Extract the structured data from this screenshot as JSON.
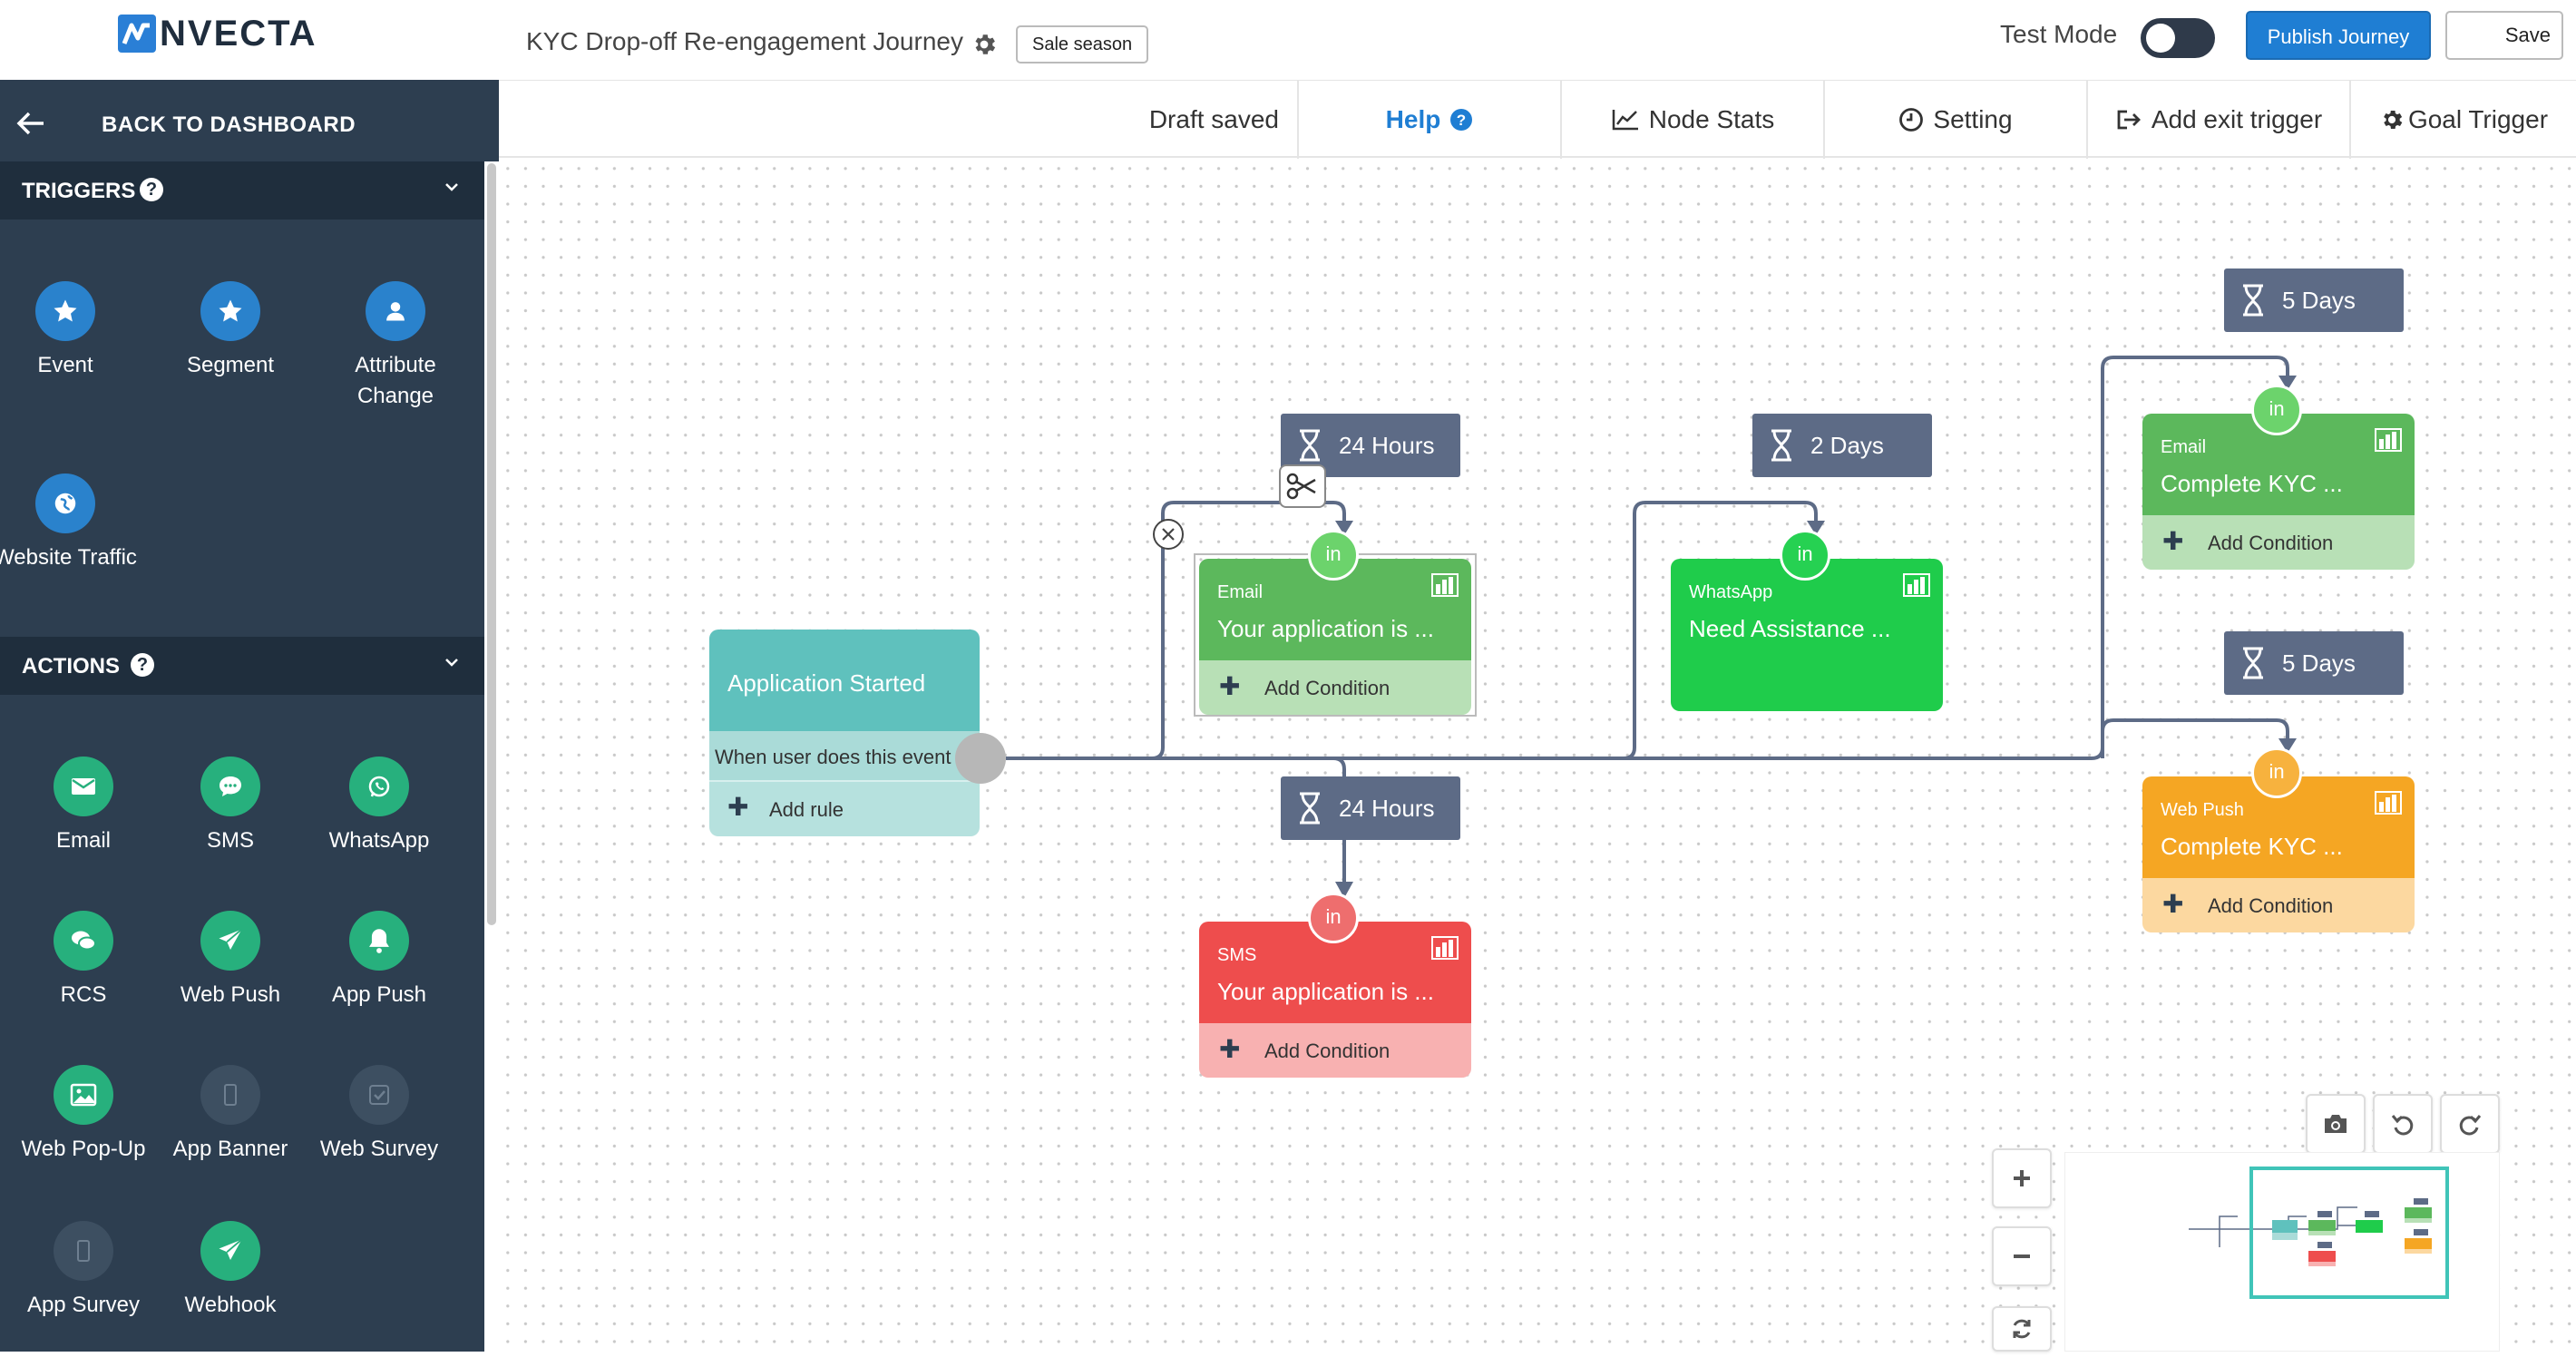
{
  "brand": {
    "logo_text": "NVECTA"
  },
  "header": {
    "journey_title": "KYC Drop-off Re-engagement Journey",
    "tag": "Sale season",
    "test_mode_label": "Test Mode",
    "publish_label": "Publish Journey",
    "save_label": "Save",
    "accent_color": "#1f7ed3"
  },
  "sidebar": {
    "back_label": "BACK TO DASHBOARD",
    "triggers_heading": "TRIGGERS",
    "actions_heading": "ACTIONS",
    "help_glyph": "?",
    "triggers": [
      {
        "label": "Event",
        "icon": "star-icon"
      },
      {
        "label": "Segment",
        "icon": "star-icon"
      },
      {
        "label": "Attribute Change",
        "icon": "user-icon"
      },
      {
        "label": "Website Traffic",
        "icon": "globe-icon"
      }
    ],
    "actions": [
      {
        "label": "Email",
        "icon": "envelope-icon"
      },
      {
        "label": "SMS",
        "icon": "chat-bubble-icon"
      },
      {
        "label": "WhatsApp",
        "icon": "whatsapp-icon"
      },
      {
        "label": "RCS",
        "icon": "chat-double-icon"
      },
      {
        "label": "Web Push",
        "icon": "paper-plane-icon"
      },
      {
        "label": "App Push",
        "icon": "bell-icon"
      },
      {
        "label": "Web Pop-Up",
        "icon": "image-icon"
      },
      {
        "label": "App Banner",
        "icon": "phone-icon"
      },
      {
        "label": "Web Survey",
        "icon": "checkbox-icon"
      },
      {
        "label": "App Survey",
        "icon": "phone-icon"
      },
      {
        "label": "Webhook",
        "icon": "paper-plane-icon"
      }
    ]
  },
  "toolbar": {
    "draft_status": "Draft saved",
    "help": "Help",
    "node_stats": "Node Stats",
    "setting": "Setting",
    "add_exit_trigger": "Add exit trigger",
    "goal_trigger": "Goal Trigger"
  },
  "canvas": {
    "trigger_node": {
      "title": "Application Started",
      "condition": "When user does this event",
      "add_rule": "Add rule",
      "color": "#5fc1bd"
    },
    "delays": [
      {
        "label": "24 Hours"
      },
      {
        "label": "24 Hours"
      },
      {
        "label": "2 Days"
      },
      {
        "label": "5 Days"
      },
      {
        "label": "5 Days"
      }
    ],
    "nodes": [
      {
        "channel": "Email",
        "message": "Your application is ...",
        "add_condition": "Add Condition",
        "in": "in",
        "color": "#5cb85c"
      },
      {
        "channel": "SMS",
        "message": "Your application is ...",
        "add_condition": "Add Condition",
        "in": "in",
        "color": "#ee4d4d"
      },
      {
        "channel": "WhatsApp",
        "message": "Need Assistance ...",
        "add_condition": "",
        "in": "in",
        "color": "#1fcc4b"
      },
      {
        "channel": "Email",
        "message": "Complete KYC ...",
        "add_condition": "Add Condition",
        "in": "in",
        "color": "#5cb85c"
      },
      {
        "channel": "Web Push",
        "message": "Complete KYC ...",
        "add_condition": "Add Condition",
        "in": "in",
        "color": "#f5a623"
      }
    ]
  }
}
